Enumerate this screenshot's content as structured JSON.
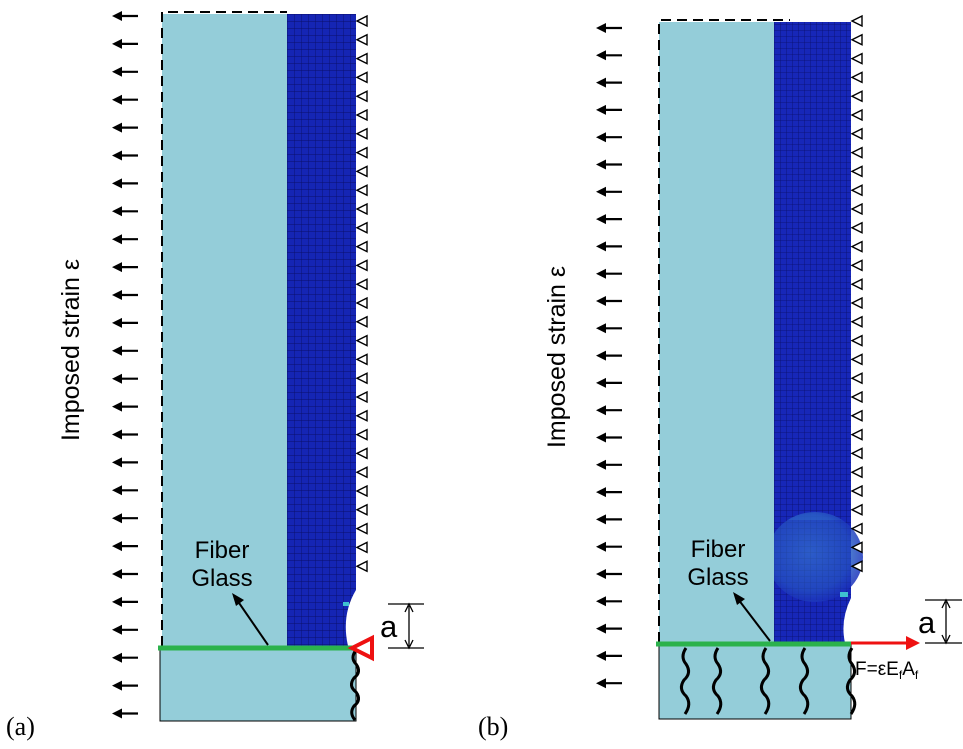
{
  "panels": [
    {
      "id": "a",
      "label": "(a)",
      "strain_label": "Imposed strain ε",
      "material_label_line1": "Fiber",
      "material_label_line2": "Glass",
      "crack_label": "a",
      "load_label": ""
    },
    {
      "id": "b",
      "label": "(b)",
      "strain_label": "Imposed strain ε",
      "material_label_line1": "Fiber",
      "material_label_line2": "Glass",
      "crack_label": "a",
      "load_label": "F=εEfAf"
    }
  ],
  "colors": {
    "matrix_fill": "#94cdd9",
    "fiber_mesh_fill": "#1525b4",
    "mesh_line": "#0a0f6b",
    "interface_line": "#2bb24c",
    "support_red": "#ee1111",
    "force_arrow": "#ee1111",
    "damage_zone": "#3a7fd0"
  },
  "icons": {
    "left_arrow": "left-arrow-icon",
    "roller_support": "roller-triangle-icon",
    "pin_support": "pin-support-icon",
    "crack": "crack-icon"
  }
}
